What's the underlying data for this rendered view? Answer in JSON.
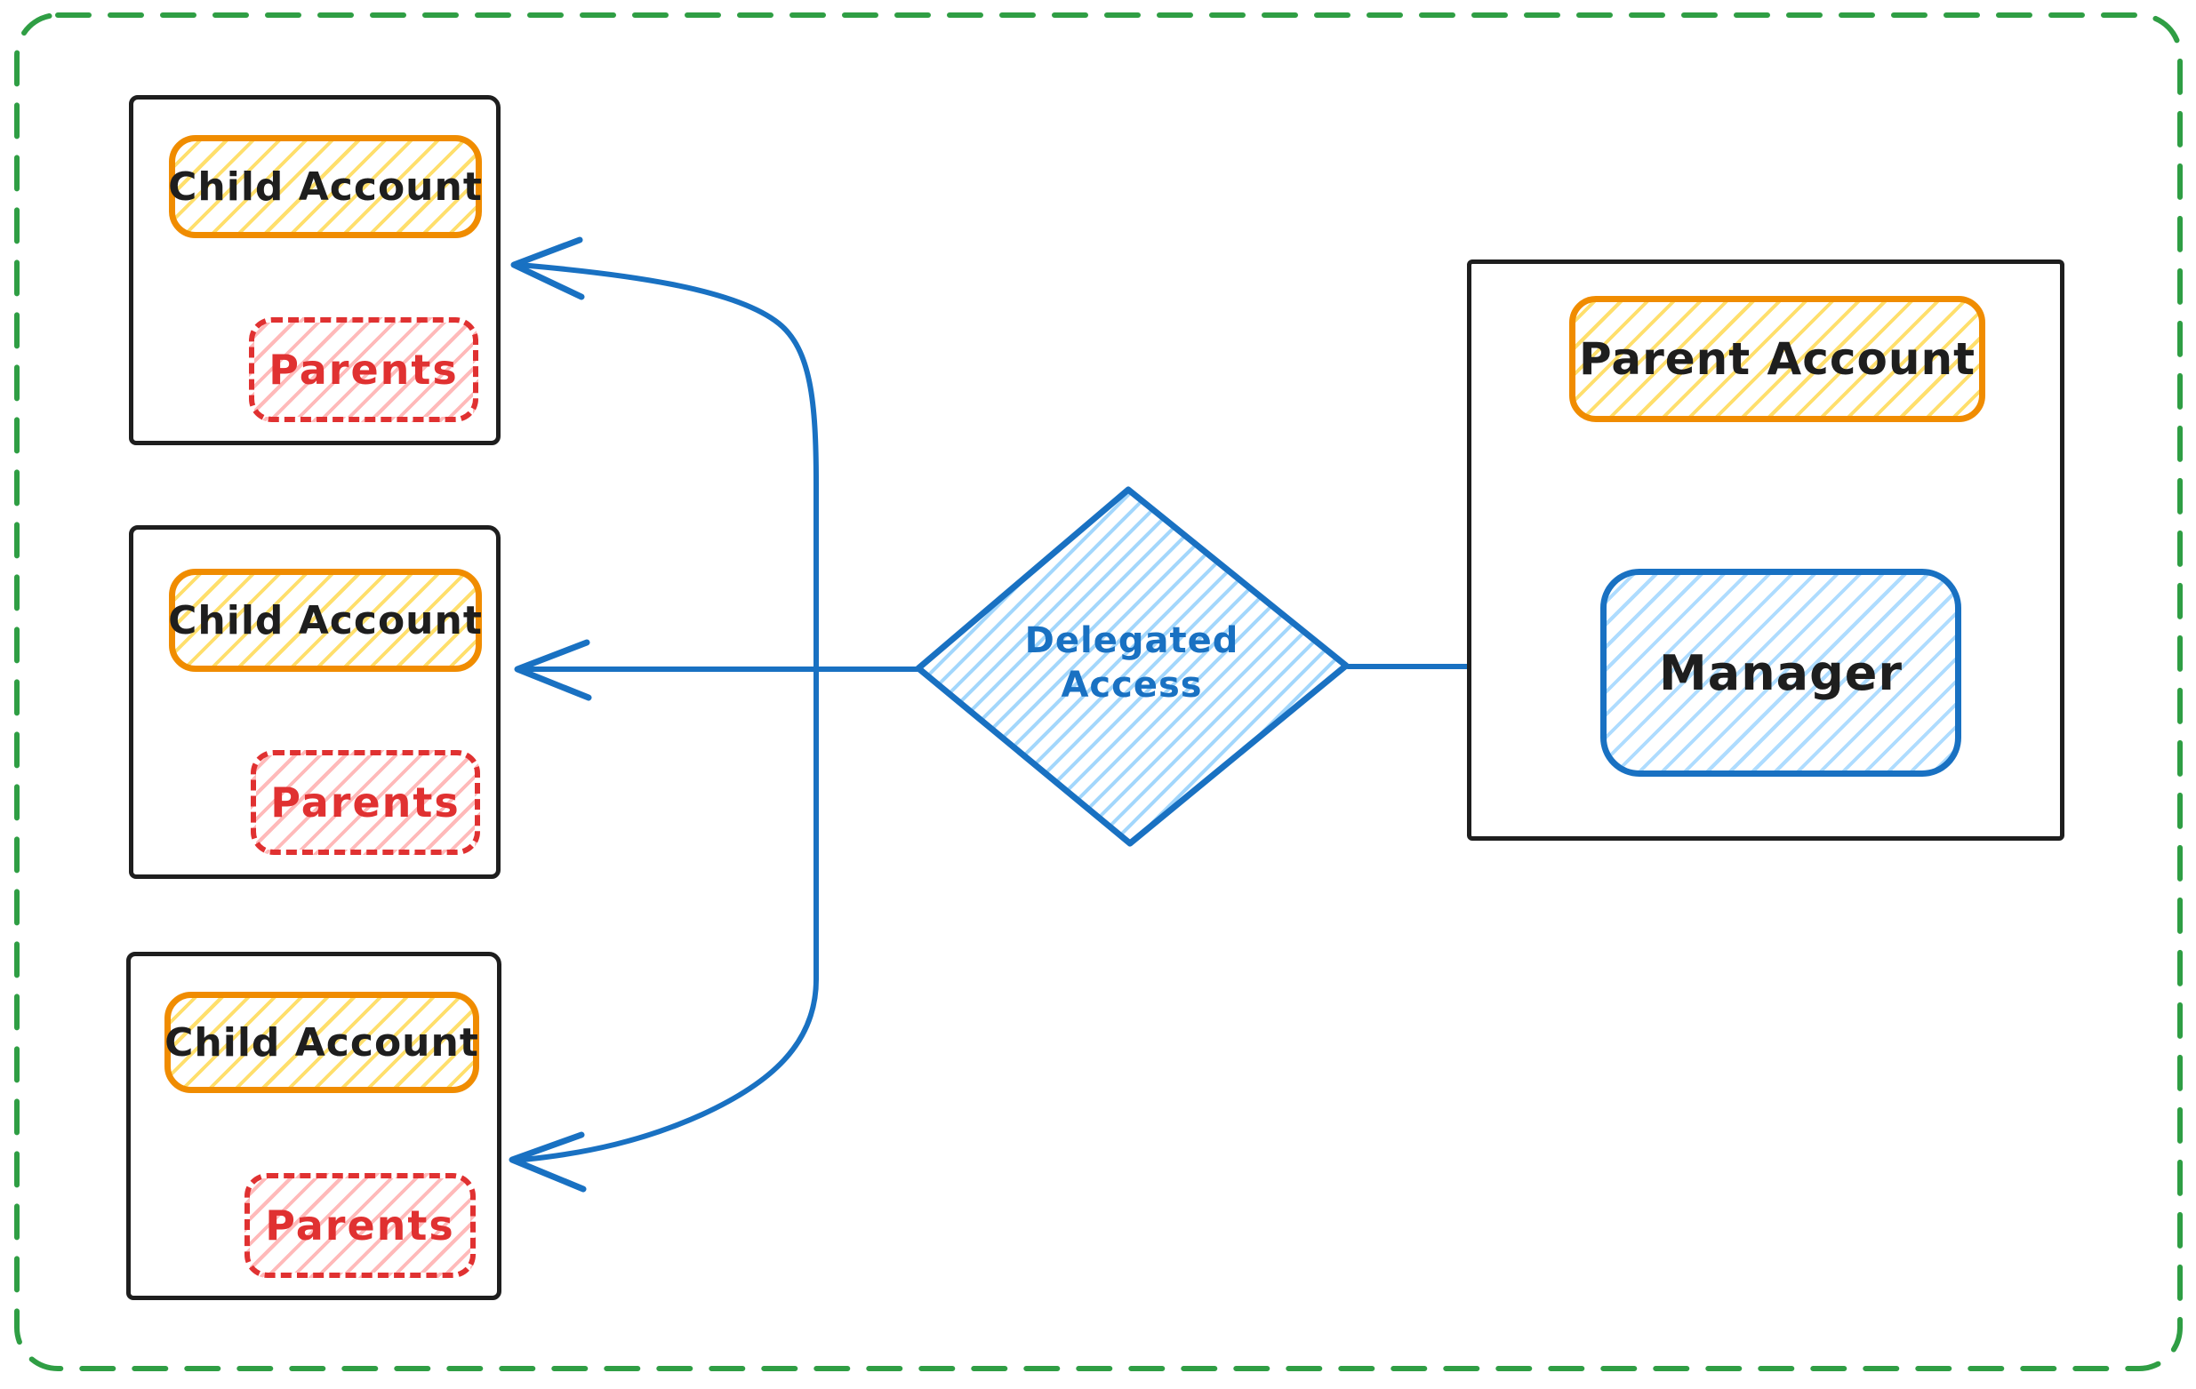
{
  "diagram": {
    "child_boxes": [
      {
        "account_label": "Child Account",
        "parents_label": "Parents"
      },
      {
        "account_label": "Child Account",
        "parents_label": "Parents"
      },
      {
        "account_label": "Child Account",
        "parents_label": "Parents"
      }
    ],
    "parent_box": {
      "account_label": "Parent Account",
      "manager_label": "Manager"
    },
    "decision": {
      "label": "Delegated Access"
    },
    "colors": {
      "black": "#1e1e1e",
      "orange": "#f08c00",
      "yellow_hatch": "#ffd43b",
      "red": "#e03131",
      "red_hatch": "#ffc9c9",
      "blue": "#1971c2",
      "blue_hatch": "#a5d8ff",
      "green_border": "#2f9e44"
    }
  }
}
